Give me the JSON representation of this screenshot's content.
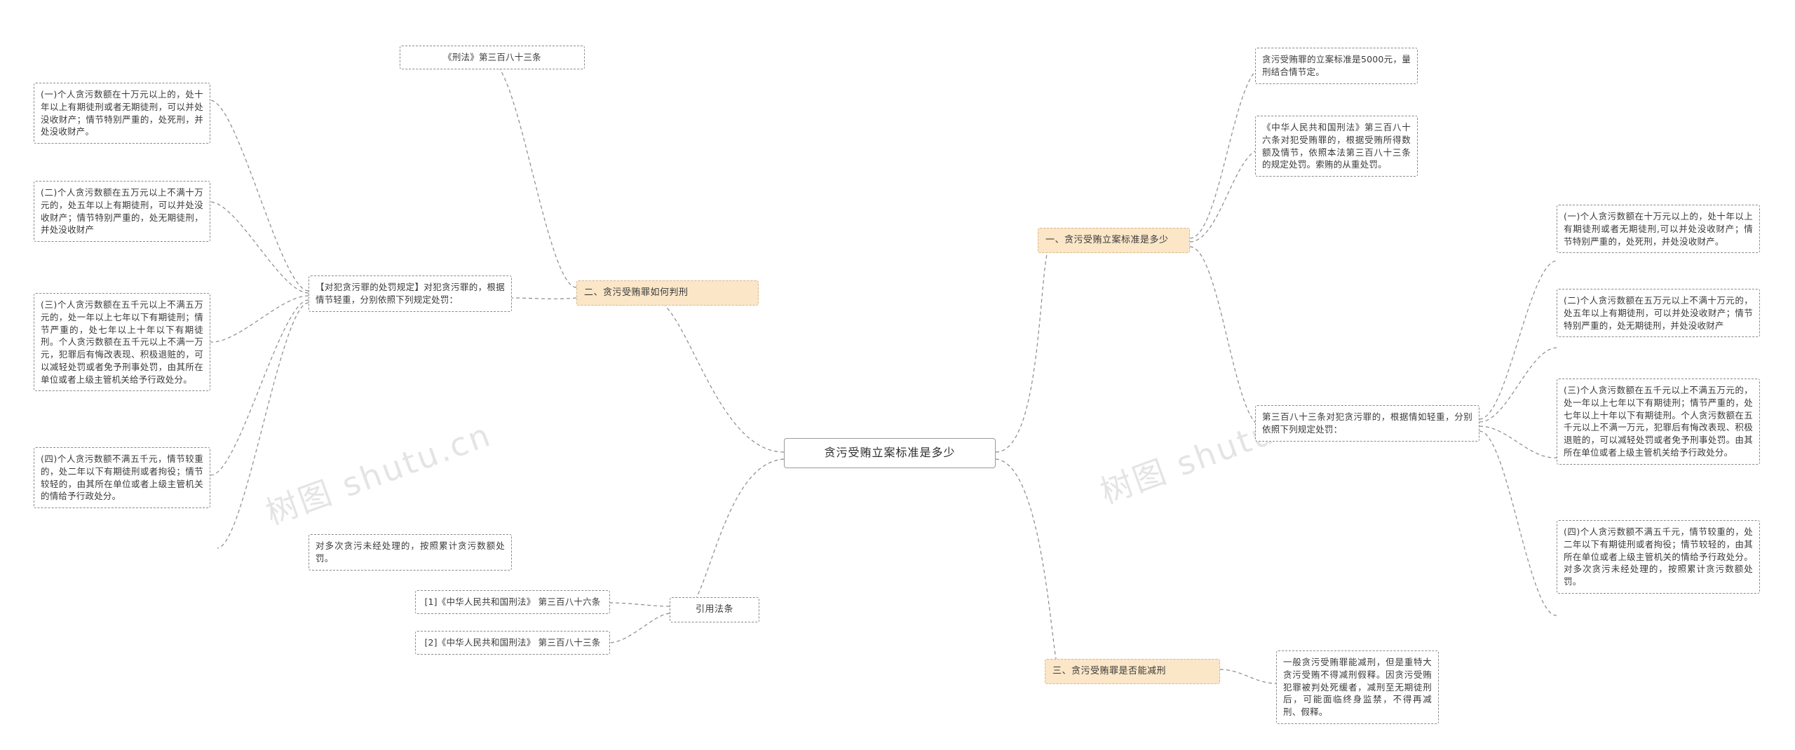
{
  "diagram": {
    "type": "mindmap",
    "center": {
      "label": "贪污受贿立案标准是多少"
    },
    "watermarks": [
      {
        "text": "树图 shutu.cn"
      },
      {
        "text": "树图 shutu.cn"
      }
    ],
    "left_branches": [
      {
        "label": "二、贪污受贿罪如何判刑",
        "children": [
          {
            "label": "《刑法》第三百八十三条"
          },
          {
            "label": "【对犯贪污罪的处罚规定】对犯贪污罪的，根据情节轻重，分别依照下列规定处罚：",
            "children": [
              {
                "label": "(一)个人贪污数额在十万元以上的，处十年以上有期徒刑或者无期徒刑，可以并处没收财产；情节特别严重的，处死刑，并处没收财产。"
              },
              {
                "label": "(二)个人贪污数额在五万元以上不满十万元的，处五年以上有期徒刑，可以并处没收财产；情节特别严重的，处无期徒刑，并处没收财产"
              },
              {
                "label": "(三)个人贪污数额在五千元以上不满五万元的，处一年以上七年以下有期徒刑；情节严重的，处七年以上十年以下有期徒刑。个人贪污数额在五千元以上不满一万元，犯罪后有悔改表现、积极退赃的，可以减轻处罚或者免予刑事处罚，由其所在单位或者上级主管机关给予行政处分。"
              },
              {
                "label": "(四)个人贪污数额不满五千元，情节较重的，处二年以下有期徒刑或者拘役；情节较轻的，由其所在单位或者上级主管机关的情给予行政处分。"
              },
              {
                "label": "对多次贪污未经处理的，按照累计贪污数额处罚。"
              }
            ]
          }
        ]
      },
      {
        "label": "引用法条",
        "children": [
          {
            "label": "[1]《中华人民共和国刑法》 第三百八十六条"
          },
          {
            "label": "[2]《中华人民共和国刑法》 第三百八十三条"
          }
        ]
      }
    ],
    "right_branches": [
      {
        "label": "一、贪污受贿立案标准是多少",
        "children": [
          {
            "label": "贪污受贿罪的立案标准是5000元，量刑结合情节定。"
          },
          {
            "label": "《中华人民共和国刑法》第三百八十六条对犯受贿罪的，根据受贿所得数额及情节，依照本法第三百八十三条的规定处罚。索贿的从重处罚。"
          },
          {
            "label": "第三百八十三条对犯贪污罪的，根据情如轻重，分别依照下列规定处罚：",
            "children": [
              {
                "label": "(一)个人贪污数额在十万元以上的，处十年以上有期徒刑或者无期徒刑,可以并处没收财产；情节特别严重的，处死刑，并处没收财产。"
              },
              {
                "label": "(二)个人贪污数额在五万元以上不满十万元的，处五年以上有期徒刑，可以并处没收财产；情节特别严重的，处无期徒刑，并处没收财产"
              },
              {
                "label": "(三)个人贪污数额在五千元以上不满五万元的，处一年以上七年以下有期徒刑；情节严重的，处七年以上十年以下有期徒刑。个人贪污数额在五千元以上不满一万元，犯罪后有悔改表现、积极退赃的，可以减轻处罚或者免予刑事处罚。由其所在单位或者上级主管机关给予行政处分。"
              },
              {
                "label": "(四)个人贪污数额不满五千元，情节较重的，处二年以下有期徒刑或者拘役；情节较轻的，由其所在单位或者上级主管机关的情给予行政处分。对多次贪污未经处理的，按照累计贪污数额处罚。"
              }
            ]
          }
        ]
      },
      {
        "label": "三、贪污受贿罪是否能减刑",
        "children": [
          {
            "label": "一般贪污受贿罪能减刑，但是重特大贪污受贿不得减刑假释。因贪污受贿犯罪被判处死缓者，减刑至无期徒刑后，可能面临终身监禁，不得再减刑、假释。"
          }
        ]
      }
    ]
  }
}
